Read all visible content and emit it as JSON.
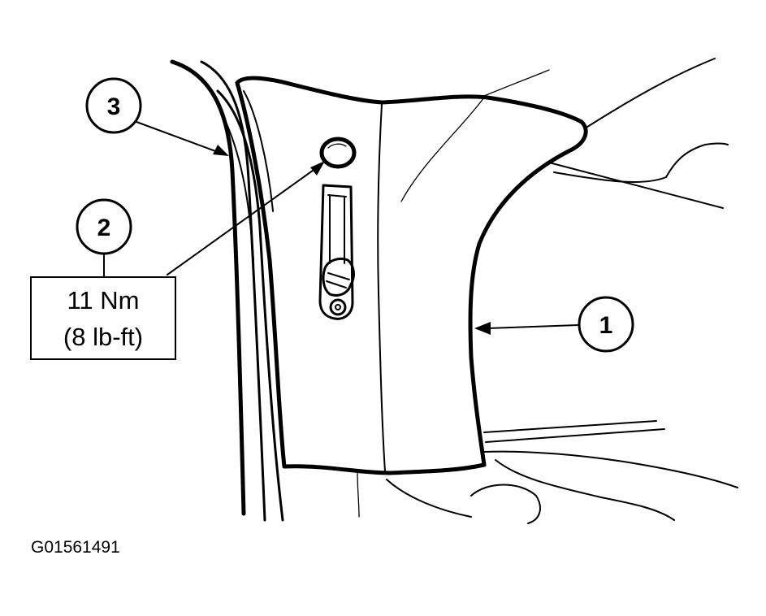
{
  "callouts": [
    {
      "id": "callout-1",
      "label": "1"
    },
    {
      "id": "callout-2",
      "label": "2"
    },
    {
      "id": "callout-3",
      "label": "3"
    }
  ],
  "torque_spec": {
    "line1": "11 Nm",
    "line2": "(8 lb-ft)"
  },
  "figure_id": "G01561491"
}
